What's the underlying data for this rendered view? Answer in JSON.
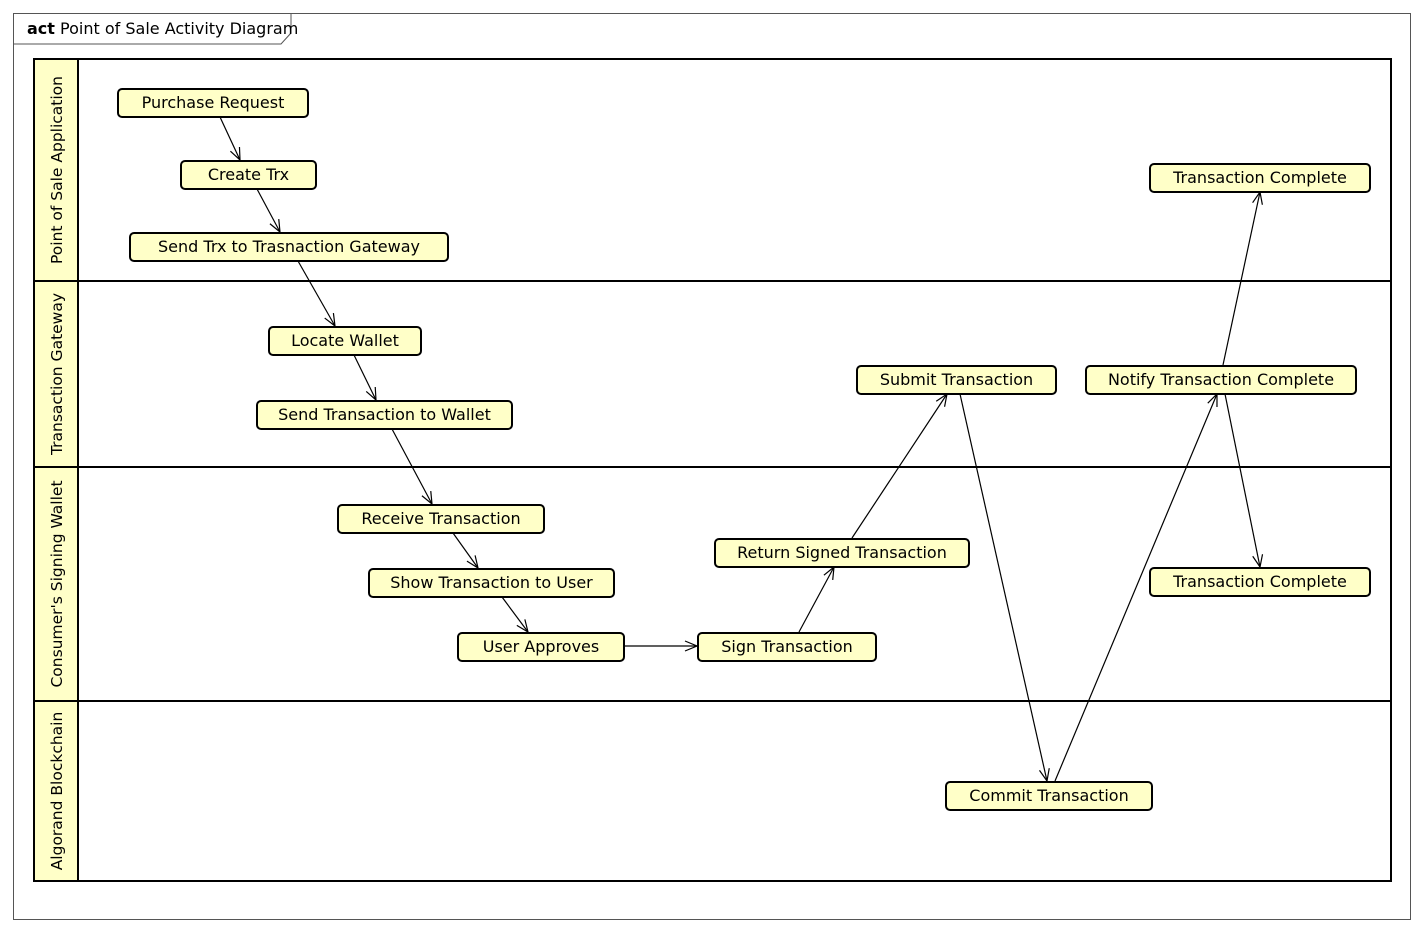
{
  "frame": {
    "kind": "act",
    "title": "Point of Sale Activity Diagram"
  },
  "lanes": [
    {
      "id": "pos",
      "label": "Point of Sale Application"
    },
    {
      "id": "gateway",
      "label": "Transaction Gateway"
    },
    {
      "id": "wallet",
      "label": "Consumer's Signing Wallet"
    },
    {
      "id": "chain",
      "label": "Algorand Blockchain"
    }
  ],
  "actions": [
    {
      "id": "purchase-request",
      "lane": "pos",
      "label": "Purchase Request"
    },
    {
      "id": "create-trx",
      "lane": "pos",
      "label": "Create Trx"
    },
    {
      "id": "send-trx-gateway",
      "lane": "pos",
      "label": "Send Trx to Trasnaction Gateway"
    },
    {
      "id": "transaction-complete-pos",
      "lane": "pos",
      "label": "Transaction Complete"
    },
    {
      "id": "locate-wallet",
      "lane": "gateway",
      "label": "Locate Wallet"
    },
    {
      "id": "send-transaction-wallet",
      "lane": "gateway",
      "label": "Send Transaction to Wallet"
    },
    {
      "id": "submit-transaction",
      "lane": "gateway",
      "label": "Submit Transaction"
    },
    {
      "id": "notify-complete",
      "lane": "gateway",
      "label": "Notify Transaction Complete"
    },
    {
      "id": "receive-transaction",
      "lane": "wallet",
      "label": "Receive Transaction"
    },
    {
      "id": "show-transaction",
      "lane": "wallet",
      "label": "Show Transaction to User"
    },
    {
      "id": "user-approves",
      "lane": "wallet",
      "label": "User Approves"
    },
    {
      "id": "sign-transaction",
      "lane": "wallet",
      "label": "Sign Transaction"
    },
    {
      "id": "return-signed",
      "lane": "wallet",
      "label": "Return Signed Transaction"
    },
    {
      "id": "transaction-complete-wallet",
      "lane": "wallet",
      "label": "Transaction Complete"
    },
    {
      "id": "commit-transaction",
      "lane": "chain",
      "label": "Commit Transaction"
    }
  ],
  "flows": [
    {
      "from": "purchase-request",
      "to": "create-trx"
    },
    {
      "from": "create-trx",
      "to": "send-trx-gateway"
    },
    {
      "from": "send-trx-gateway",
      "to": "locate-wallet"
    },
    {
      "from": "locate-wallet",
      "to": "send-transaction-wallet"
    },
    {
      "from": "send-transaction-wallet",
      "to": "receive-transaction"
    },
    {
      "from": "receive-transaction",
      "to": "show-transaction"
    },
    {
      "from": "show-transaction",
      "to": "user-approves"
    },
    {
      "from": "user-approves",
      "to": "sign-transaction"
    },
    {
      "from": "sign-transaction",
      "to": "return-signed"
    },
    {
      "from": "return-signed",
      "to": "submit-transaction"
    },
    {
      "from": "submit-transaction",
      "to": "commit-transaction"
    },
    {
      "from": "commit-transaction",
      "to": "notify-complete"
    },
    {
      "from": "notify-complete",
      "to": "transaction-complete-pos"
    },
    {
      "from": "notify-complete",
      "to": "transaction-complete-wallet"
    }
  ]
}
